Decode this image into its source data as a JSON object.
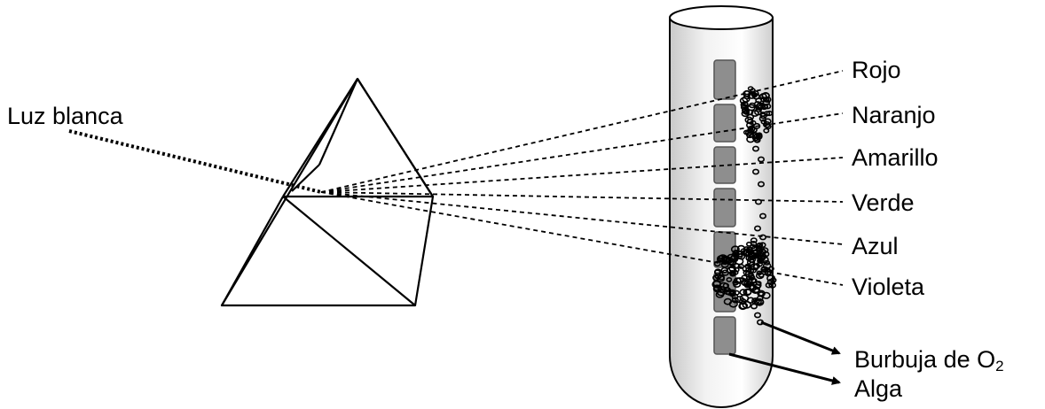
{
  "labels": {
    "white_light": "Luz blanca",
    "colors": [
      "Rojo",
      "Naranjo",
      "Amarillo",
      "Verde",
      "Azul",
      "Violeta"
    ],
    "bubble_prefix": "Burbuja de O",
    "bubble_subscript": "2",
    "alga": "Alga"
  },
  "icons": {
    "prism": "prism-shape",
    "test_tube": "test-tube-shape",
    "bubbles": "oxygen-bubble-circles",
    "alga_segments": "alga-filament-rectangles"
  }
}
